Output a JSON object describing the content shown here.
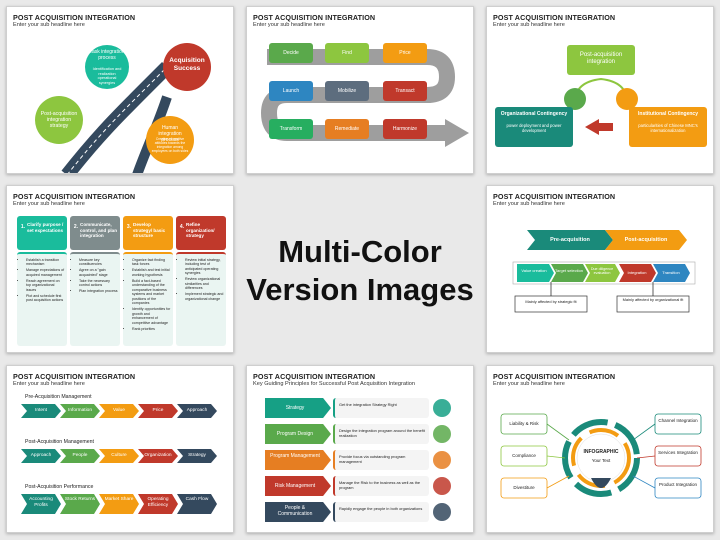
{
  "slide_title": "POST ACQUISITION INTEGRATION",
  "subheadline": "Enter your sub headline here",
  "center_text": "Multi-Color Version Images",
  "slide1": {
    "acq": "Acquisition Success",
    "task": "Task integration process",
    "task_sub": "Identification and realization operational synergies",
    "post": "Post-acquisition integration strategy",
    "human": "Human integration process",
    "human_sub": "Creation of positive attitudes towards the integration among employees on both sides"
  },
  "slide2": {
    "items": [
      "Decide",
      "Find",
      "Price",
      "Launch",
      "Mobilize",
      "Transact",
      "Transform",
      "Remediate",
      "Harmonize"
    ],
    "colors": [
      "#5aa94b",
      "#8dc63f",
      "#f39c12",
      "#2e86c1",
      "#5d6d7e",
      "#c0392b",
      "#27ae60",
      "#e67e22",
      "#c0392b"
    ]
  },
  "slide3": {
    "top": "Post-acquisition integration",
    "left_title": "Organizational Contingency",
    "left_sub": "power deployment and power development",
    "right_title": "Institutional Contingency",
    "right_sub": "particularities of Chinese MNC's internationalization"
  },
  "slide4": {
    "cols": [
      {
        "num": "1.",
        "title": "Clarify purpose / set expectations",
        "color": "#1abc9c",
        "items": [
          "Establish a transition mechanism",
          "Manage expectations of acquired management",
          "Reach agreement on top organizational issues",
          "Plot and schedule first post acquisition actions"
        ]
      },
      {
        "num": "2.",
        "title": "Communicate, control, and plan integration",
        "color": "#7f8c8d",
        "items": [
          "Measure key constituencies",
          "Agree on a \"gain acquainted\" stage",
          "Take the necessary control actions",
          "Plan integration process"
        ]
      },
      {
        "num": "3.",
        "title": "Develop strategy/ basic structure",
        "color": "#f39c12",
        "items": [
          "Organize fact finding task forces",
          "Establish and test initial working hypothesis",
          "Build a fact-based understanding of the comparative business systems and market positions of the companies",
          "Identify opportunities for growth and enhancement of competitive advantage",
          "Rank priorities"
        ]
      },
      {
        "num": "4.",
        "title": "Refine organization/ strategy",
        "color": "#c0392b",
        "items": [
          "Review initial strategy, including test of anticipated operating synergies",
          "Review organizational similarities and differences",
          "Implement strategic and organizational change"
        ]
      }
    ]
  },
  "slide5": {
    "pre": "Pre-acquisition",
    "post": "Post-acquisition",
    "steps": [
      "Value creation",
      "Target selection",
      "Due diligence evaluation",
      "Integration",
      "Transition"
    ],
    "note_left": "Mainly affected by strategic fit",
    "note_right": "Mainly affected by organizational fit"
  },
  "slide6": {
    "sec1": "Pre-Acquisition Management",
    "row1": [
      "Intent",
      "Information",
      "Value",
      "Price",
      "Approach"
    ],
    "sec2": "Post-Acquisition Management",
    "row2": [
      "Approach",
      "People",
      "Culture",
      "Organization",
      "Strategy"
    ],
    "sec3": "Post-Acquisition Performance",
    "row3": [
      "Accounting Profits",
      "Stock Returns",
      "Market Share",
      "Operating Efficiency",
      "Cash Flow"
    ],
    "colors": [
      "#1a8a7a",
      "#5aa94b",
      "#f39c12",
      "#c0392b",
      "#34495e"
    ]
  },
  "slide7": {
    "subtitle": "Key Guiding Principles for Successful Post Acquisition Integration",
    "rows": [
      {
        "label": "Strategy",
        "text": "Get the integration Strategy Right",
        "color": "#16a085"
      },
      {
        "label": "Program Design",
        "text": "Design the integration program around the benefit realization",
        "color": "#5aa94b"
      },
      {
        "label": "Program Management",
        "text": "Provide focus via outstanding program management",
        "color": "#e67e22"
      },
      {
        "label": "Risk Management",
        "text": "Manage the Risk to the business as well as the program",
        "color": "#c0392b"
      },
      {
        "label": "People & Communication",
        "text": "Rapidly engage the people in both organizations",
        "color": "#34495e"
      }
    ]
  },
  "slide8": {
    "center": "INFOGRAPHIC",
    "center_sub": "Your Text",
    "left": [
      "Liability & Risk",
      "Compliance",
      "Divestiture"
    ],
    "right": [
      "Channel Integration",
      "Services Integration",
      "Product Integration"
    ]
  }
}
